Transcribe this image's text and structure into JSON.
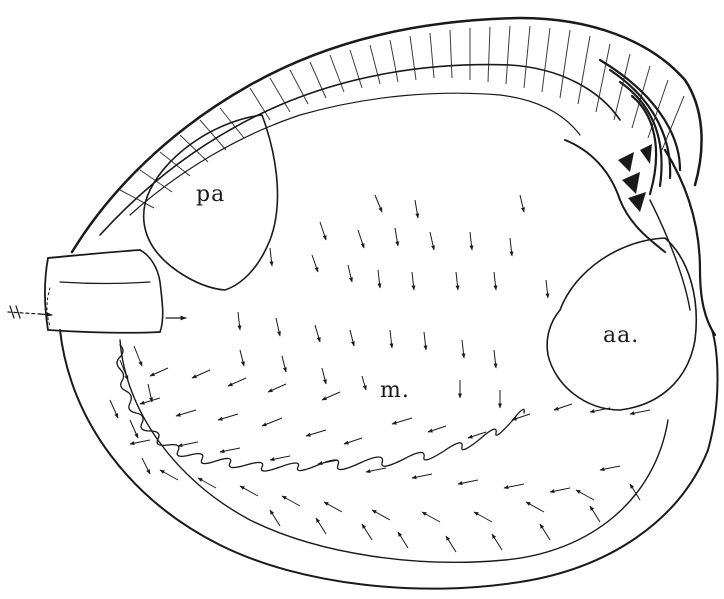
{
  "labels": {
    "posterior_adductor": "pa",
    "anterior_adductor": "aa.",
    "mantle": "m."
  },
  "colors": {
    "ink": "#1a1a1a",
    "background": "#ffffff"
  }
}
